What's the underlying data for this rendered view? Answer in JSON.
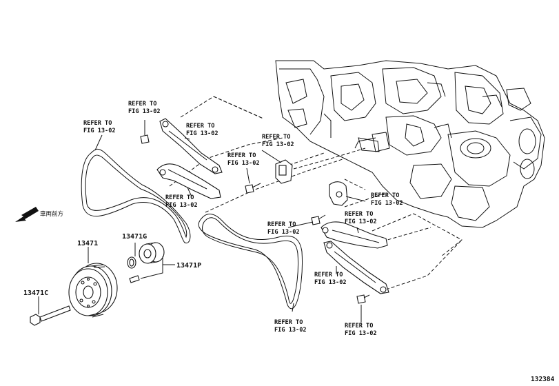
{
  "diagram_id": "132384",
  "direction_label": "車両前方",
  "parts": {
    "p13471": "13471",
    "p13471G": "13471G",
    "p13471C": "13471C",
    "p13471P": "13471P"
  },
  "refs": {
    "refer_to": "REFER TO",
    "fig": "FIG 13-02"
  }
}
